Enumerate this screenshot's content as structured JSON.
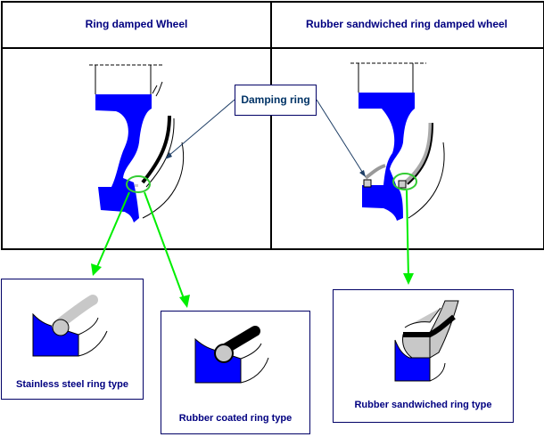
{
  "table": {
    "headers": [
      {
        "label": "Ring damped Wheel"
      },
      {
        "label": "Rubber sandwiched ring damped wheel"
      }
    ]
  },
  "annotation": {
    "label": "Damping ring"
  },
  "callouts": [
    {
      "label": "Stainless steel ring type",
      "ring_color": "#c8c8c8"
    },
    {
      "label": "Rubber coated ring type",
      "ring_color": "#000000"
    },
    {
      "label": "Rubber sandwiched ring type",
      "ring_color": "#c8c8c8"
    }
  ],
  "colors": {
    "wheel_fill": "#0000ff",
    "arrow": "#00ee00",
    "text": "#000080",
    "border": "#000000",
    "callout_border": "#000066"
  }
}
